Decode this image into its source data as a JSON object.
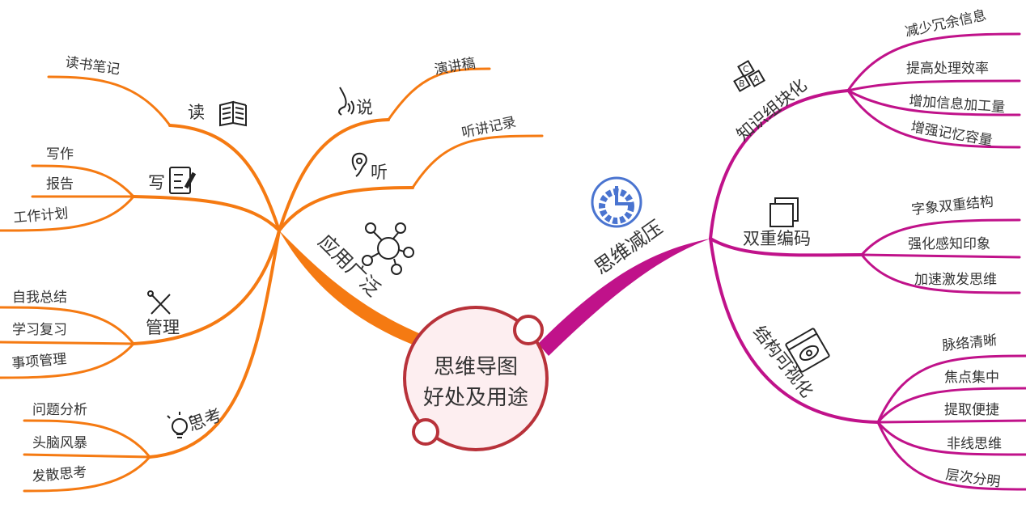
{
  "center": {
    "line1": "思维导图",
    "line2": "好处及用途"
  },
  "colors": {
    "left": "#f57a12",
    "right": "#c0128a",
    "center_fill": "#fdeef0",
    "center_stroke": "#b8323a",
    "icon_blue": "#4a74d0"
  },
  "left": {
    "label": "应用广泛",
    "icon": "network-icon",
    "branches": [
      {
        "label": "读",
        "icon": "book-icon",
        "items": [
          "读书笔记"
        ]
      },
      {
        "label": "写",
        "icon": "note-pencil-icon",
        "items": [
          "写作",
          "报告",
          "工作计划"
        ]
      },
      {
        "label": "说",
        "icon": "speaking-icon",
        "items": [
          "演讲稿"
        ]
      },
      {
        "label": "听",
        "icon": "ear-icon",
        "items": [
          "听讲记录"
        ]
      },
      {
        "label": "管理",
        "icon": "tools-icon",
        "items": [
          "自我总结",
          "学习复习",
          "事项管理"
        ]
      },
      {
        "label": "思考",
        "icon": "lightbulb-icon",
        "items": [
          "问题分析",
          "头脑风暴",
          "发散思考"
        ]
      }
    ]
  },
  "right": {
    "label": "思维减压",
    "icon": "clock-icon",
    "branches": [
      {
        "label": "知识组块化",
        "icon": "abc-blocks-icon",
        "icon_letters": [
          "C",
          "B",
          "A"
        ],
        "items": [
          "减少冗余信息",
          "提高处理效率",
          "增加信息加工量",
          "增强记忆容量"
        ]
      },
      {
        "label": "双重编码",
        "icon": "copy-icon",
        "items": [
          "字象双重结构",
          "强化感知印象",
          "加速激发思维"
        ]
      },
      {
        "label": "结构可视化",
        "icon": "eye-screen-icon",
        "items": [
          "脉络清晰",
          "焦点集中",
          "提取便捷",
          "非线思维",
          "层次分明"
        ]
      }
    ]
  }
}
